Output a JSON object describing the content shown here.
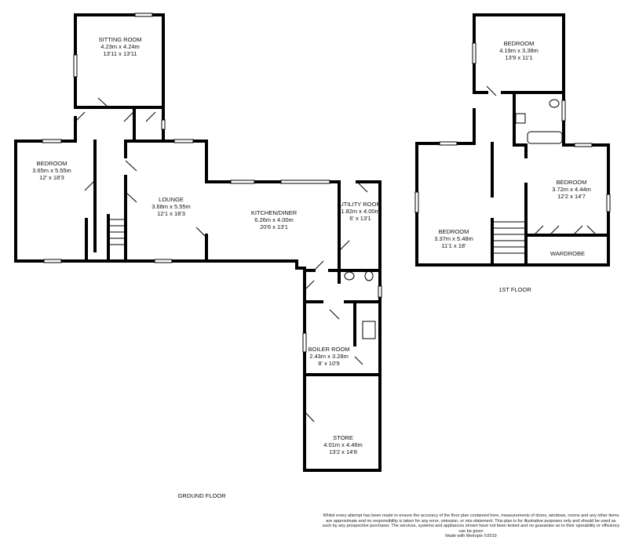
{
  "ground_floor": {
    "label": "GROUND FLOOR",
    "rooms": [
      {
        "name": "SITTING ROOM",
        "metric": "4.23m x 4.24m",
        "imperial": "13'11 x 13'11"
      },
      {
        "name": "BEDROOM",
        "metric": "3.65m x 5.55m",
        "imperial": "12' x 18'3"
      },
      {
        "name": "LOUNGE",
        "metric": "3.68m x 5.55m",
        "imperial": "12'1 x 18'3"
      },
      {
        "name": "KITCHEN/DINER",
        "metric": "6.26m x 4.00m",
        "imperial": "20'6 x 13'1"
      },
      {
        "name": "UTILITY ROOM",
        "metric": "1.82m x 4.00m",
        "imperial": "6' x 13'1"
      },
      {
        "name": "BOILER ROOM",
        "metric": "2.43m x 3.28m",
        "imperial": "8' x 10'9"
      },
      {
        "name": "STORE",
        "metric": "4.01m x 4.46m",
        "imperial": "13'2 x 14'8"
      }
    ]
  },
  "first_floor": {
    "label": "1ST FLOOR",
    "rooms": [
      {
        "name": "BEDROOM",
        "metric": "4.19m x 3.38m",
        "imperial": "13'9 x 11'1"
      },
      {
        "name": "BEDROOM",
        "metric": "3.72m x 4.44m",
        "imperial": "12'2 x 14'7"
      },
      {
        "name": "BEDROOM",
        "metric": "3.37m x 5.48m",
        "imperial": "11'1 x 18'"
      },
      {
        "name": "WARDROBE"
      }
    ]
  },
  "disclaimer": "Whilst every attempt has been made to ensure the accuracy of the floor plan contained here, measurements of doors, windows, rooms and any other items are approximate and no responsibility is taken for any error, omission, or mis-statement. This plan is for illustrative purposes only and should be used as such by any prospective purchaser. The services, systems and appliances shown have not been tested and no guarantee as to their operability or efficiency can be given",
  "credit": "Made with Metropix ©2019"
}
